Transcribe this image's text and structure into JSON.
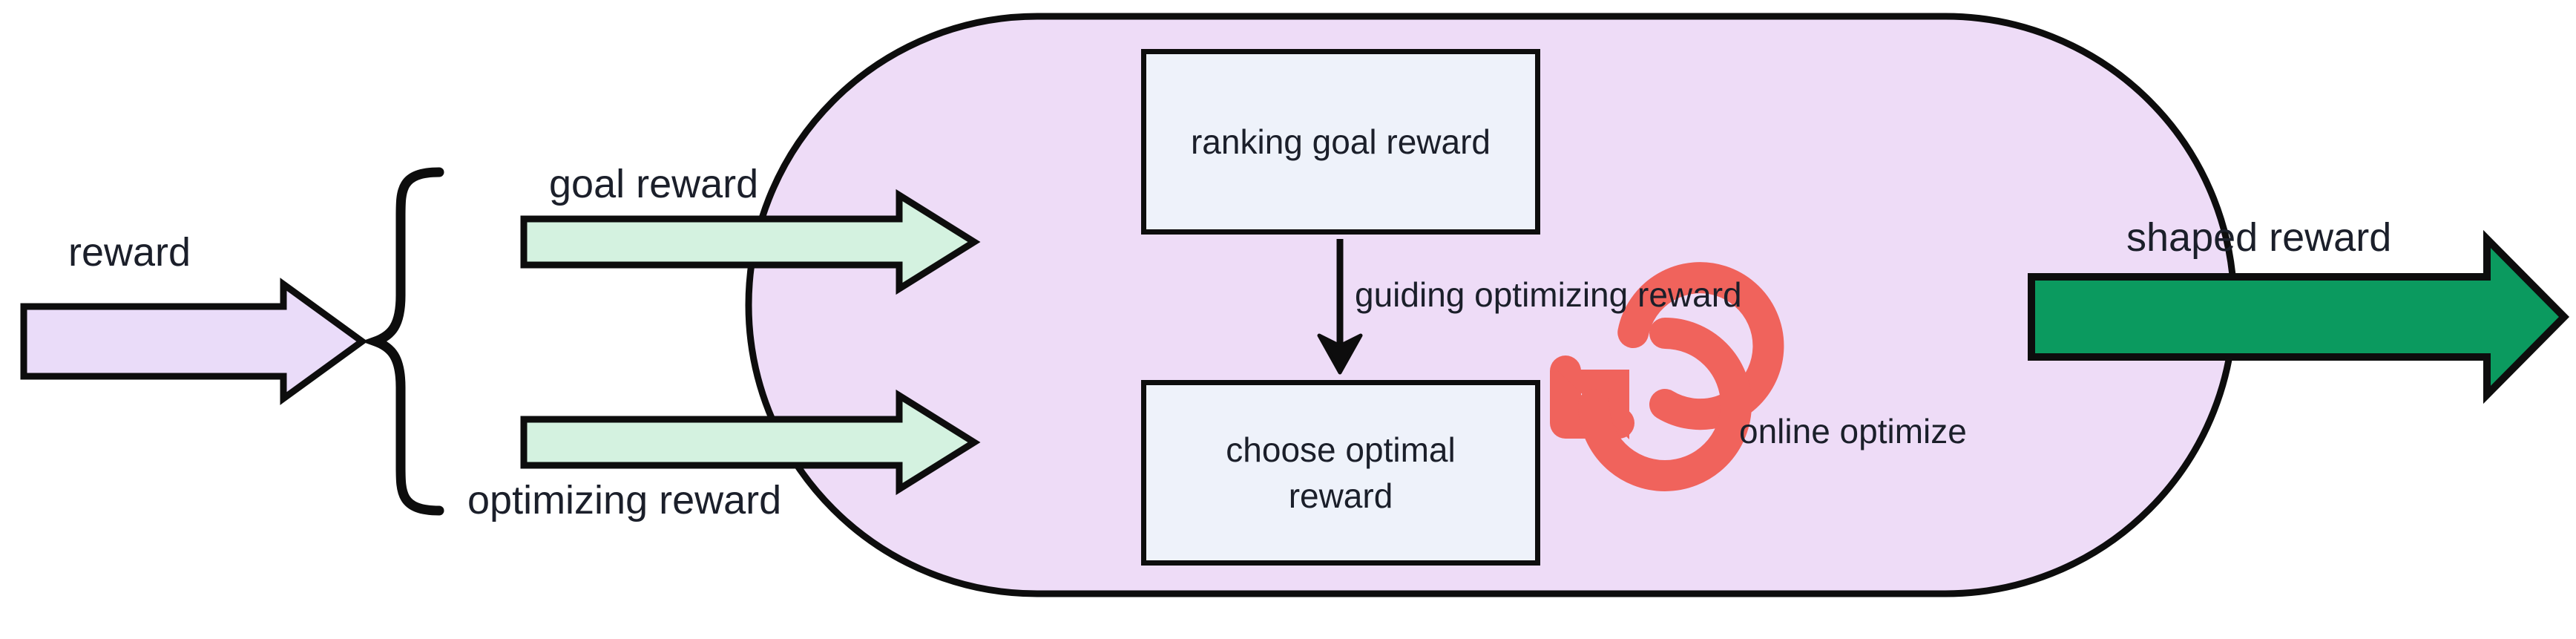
{
  "diagram": {
    "title": "reward shaping pipeline",
    "colors": {
      "container_fill": "#eedcf7",
      "container_stroke": "#0d0d0d",
      "input_arrow_fill": "#eadcf9",
      "split_arrow_fill": "#d4f2e0",
      "output_arrow_fill": "#0b9a5f",
      "node_fill": "#eef2fa",
      "node_stroke": "#0d0d0d",
      "loop_icon": "#f0635c",
      "text": "#1b1f2a"
    },
    "input": {
      "arrow_label": "reward"
    },
    "brace": {
      "branches": [
        {
          "label": "goal reward"
        },
        {
          "label": "optimizing reward"
        }
      ]
    },
    "container": {
      "nodes": [
        {
          "id": "ranking",
          "label": "ranking goal reward"
        },
        {
          "id": "choose",
          "label": "choose optimal\nreward",
          "line1": "choose optimal",
          "line2": "reward"
        }
      ],
      "internal_arrow_label": "guiding optimizing reward",
      "loop": {
        "icon": "refresh-loop-icon",
        "label": "online optimize"
      }
    },
    "output": {
      "arrow_label": "shaped reward"
    }
  }
}
